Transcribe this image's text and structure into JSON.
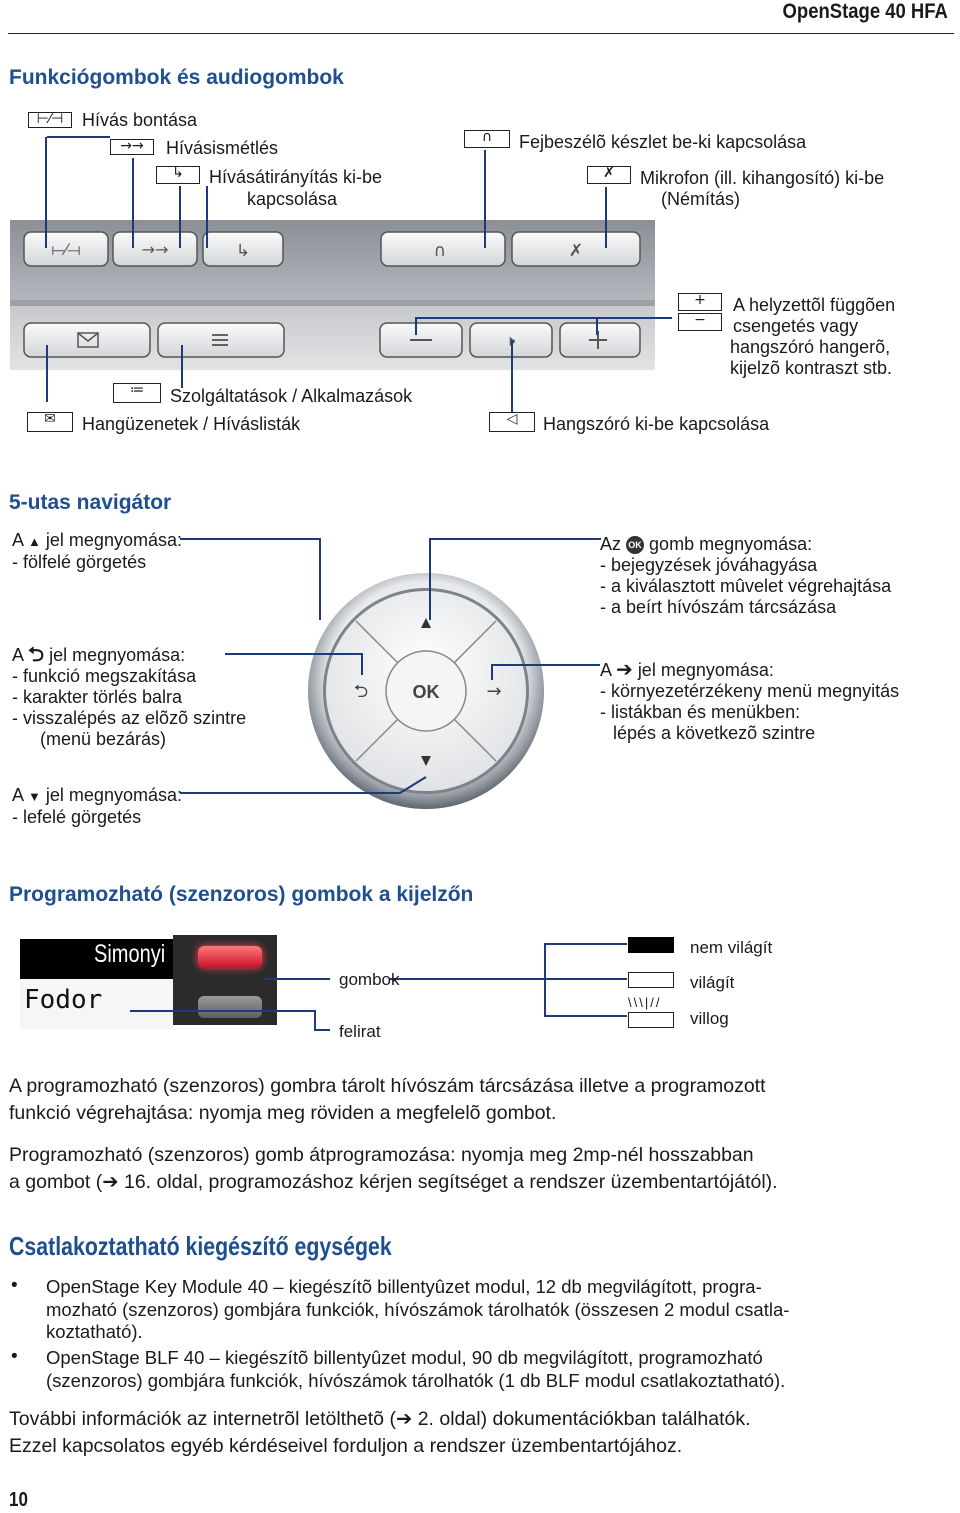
{
  "header": {
    "title": "OpenStage 40 HFA"
  },
  "sections": {
    "keys": {
      "heading": "Funkciógombok és audiogombok",
      "labels": {
        "call_end": "Hívás bontása",
        "redial": "Hívásismétlés",
        "forward_1": "Hívásátirányítás ki-be",
        "forward_2": "kapcsolása",
        "headset": "Fejbeszélõ készlet be-ki kapcsolása",
        "mute_1": "Mikrofon (ill. kihangosító) ki-be",
        "mute_2": "(Némítás)",
        "plusminus_1": "A helyzettõl függõen",
        "plusminus_2": "csengetés vagy",
        "plusminus_3": "hangszóró hangerõ,",
        "plusminus_4": "kijelzõ kontraszt stb.",
        "services": "Szolgáltatások / Alkalmazások",
        "messages": "Hangüzenetek / Híváslisták",
        "speaker": "Hangszóró ki-be kapcsolása"
      }
    },
    "navigator": {
      "heading": "5-utas navigátor",
      "up": [
        "A",
        "jel megnyomása:",
        "- fölfelé görgetés"
      ],
      "ok": [
        "Az",
        "gomb megnyomása:",
        "- bejegyzések jóváhagyása",
        "- a kiválasztott mûvelet végrehajtása",
        "- a beírt hívószám tárcsázása"
      ],
      "back": [
        "A",
        "jel megnyomása:",
        "- funkció megszakítása",
        "- karakter törlés balra",
        "- visszalépés az elõzõ szintre",
        "(menü bezárás)"
      ],
      "right": [
        "A",
        "jel megnyomása:",
        "- környezetérzékeny menü megnyitás",
        "- listákban és menükben:",
        "lépés a következõ szintre"
      ],
      "down": [
        "A",
        "jel megnyomása:",
        "- lefelé görgetés"
      ],
      "ok_key_label": "OK",
      "ok_badge": "OK"
    },
    "softkeys": {
      "heading": "Programozható (szenzoros) gombok a kijelzőn",
      "display_name_1": "Simonyi",
      "display_name_2": "Fodor",
      "label_keys": "gombok",
      "label_caption": "felirat",
      "state_off": "nem világít",
      "state_on": "világít",
      "state_blink": "villog",
      "para1_1": "A programozható (szenzoros) gombra tárolt hívószám tárcsázása illetve a programozott",
      "para1_2": "funkció végrehajtása: nyomja meg röviden a megfelelõ gombot.",
      "para2_1": "Programozható (szenzoros) gomb átprogramozása: nyomja meg 2mp-nél hosszabban",
      "para2_2": "a gombot (➔ 16. oldal, programozáshoz kérjen segítséget a rendszer üzembentartójától)."
    },
    "accessories": {
      "heading": "Csatlakoztatható kiegészítő egységek",
      "bullets": [
        [
          "OpenStage Key Module 40 – kiegészítõ billentyûzet modul, 12 db megvilágított, progra-",
          "mozható (szenzoros) gombjára funkciók, hívószámok tárolhatók (összesen 2 modul csatla-",
          "koztatható)."
        ],
        [
          "OpenStage BLF 40 – kiegészítõ billentyûzet modul, 90 db megvilágított, programozható",
          "(szenzoros) gombjára funkciók, hívószámok tárolhatók (1 db BLF modul csatlakoztatható)."
        ]
      ],
      "footer_1": "További információk az internetrõl letölthetõ (➔ 2. oldal) dokumentációkban találhatók.",
      "footer_2": "Ezzel kapcsolatos egyéb kérdéseivel forduljon a rendszer üzembentartójához."
    }
  },
  "page_number": "10"
}
